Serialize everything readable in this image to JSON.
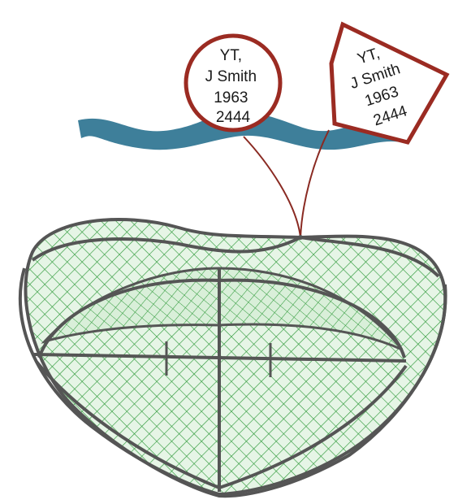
{
  "tags": {
    "circle": {
      "lines": [
        "YT,",
        "J Smith",
        "1963",
        "2444"
      ],
      "border_color": "#9b2b22"
    },
    "pentagon": {
      "lines": [
        "YT,",
        "J Smith",
        "1963",
        "2444"
      ],
      "border_color": "#9b2b22"
    }
  },
  "colors": {
    "water": "#3e7f9a",
    "net_mesh": "#2f9a3a",
    "net_fill": "#dff2df",
    "frame": "#555555",
    "rope": "#8a2a22"
  },
  "icons": {
    "water": "water-surface-icon",
    "trap": "crab-pot-net-icon"
  }
}
